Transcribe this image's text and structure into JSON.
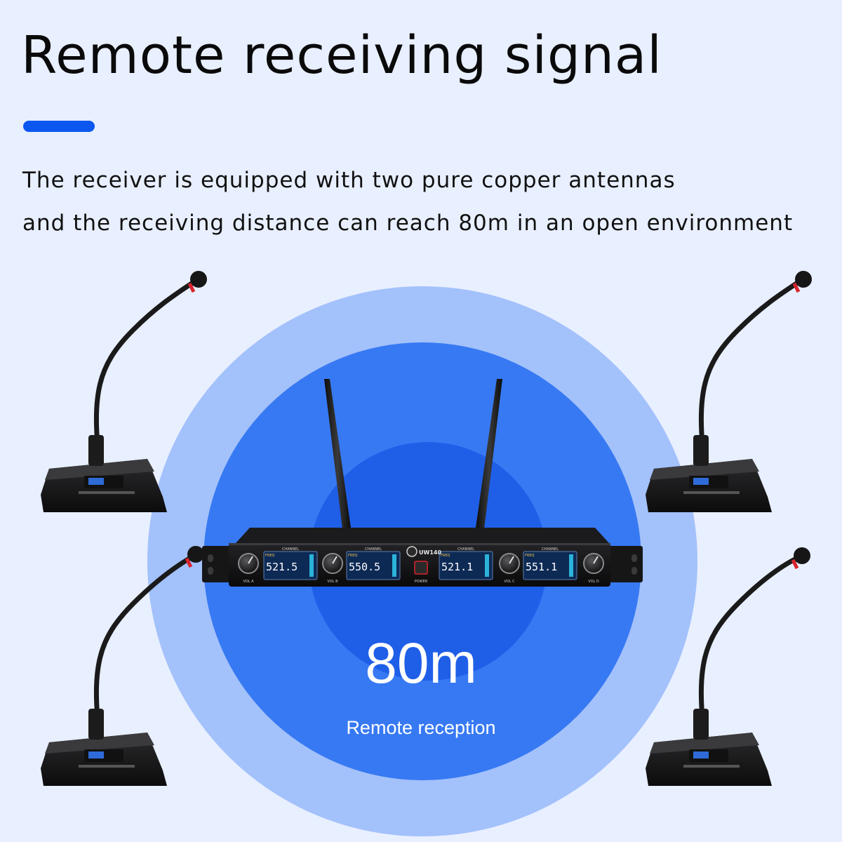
{
  "title": "Remote receiving signal",
  "accent_color": "#0b57f0",
  "description": {
    "line1": "The receiver is equipped with two pure copper antennas",
    "line2": "and the receiving distance can reach 80m in an open environment"
  },
  "range": {
    "distance": "80m",
    "label": "Remote reception"
  },
  "receiver": {
    "model": "UW140",
    "power_label": "POWER",
    "channel_label": "CHANNEL",
    "freq_label": "FREQ",
    "displays": [
      "521.5",
      "550.5",
      "521.1",
      "551.1"
    ],
    "vol_labels": [
      "VOL A",
      "VOL B",
      "VOL C",
      "VOL D"
    ]
  }
}
